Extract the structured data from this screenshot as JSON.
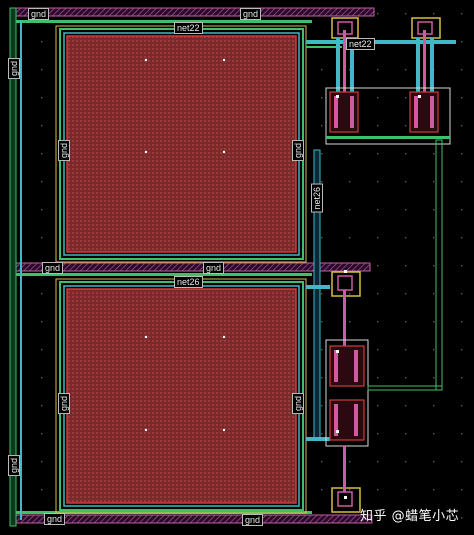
{
  "layout_view": {
    "labels": {
      "gnd_top_left": "gnd",
      "gnd_top_mid": "gnd",
      "gnd_left_rail": "gnd",
      "gnd_cap1_left": "gnd",
      "gnd_cap1_right": "gnd",
      "gnd_mid_left": "gnd",
      "gnd_mid_right": "gnd",
      "gnd_cap2_left": "gnd",
      "gnd_cap2_right": "gnd",
      "gnd_left_rail_low": "gnd",
      "gnd_bottom_left": "gnd",
      "gnd_bottom_mid": "gnd",
      "net22_cap": "net22",
      "net22_right": "net22",
      "net26_cap": "net26",
      "net26_vertical": "net26"
    },
    "watermark": {
      "brand": "知乎",
      "handle": "@蜡笔小芯"
    },
    "colors": {
      "background": "#000000",
      "capacitor_fill": "#7a2a2a",
      "metal_red": "#d23b3b",
      "metal_green": "#3fbf6a",
      "metal_cyan": "#3fb8c8",
      "metal_pink": "#d05aa0",
      "metal_yellow": "#d8c040",
      "rail_magenta": "#c060a0",
      "grid_dot": "#5a5a5a"
    }
  }
}
